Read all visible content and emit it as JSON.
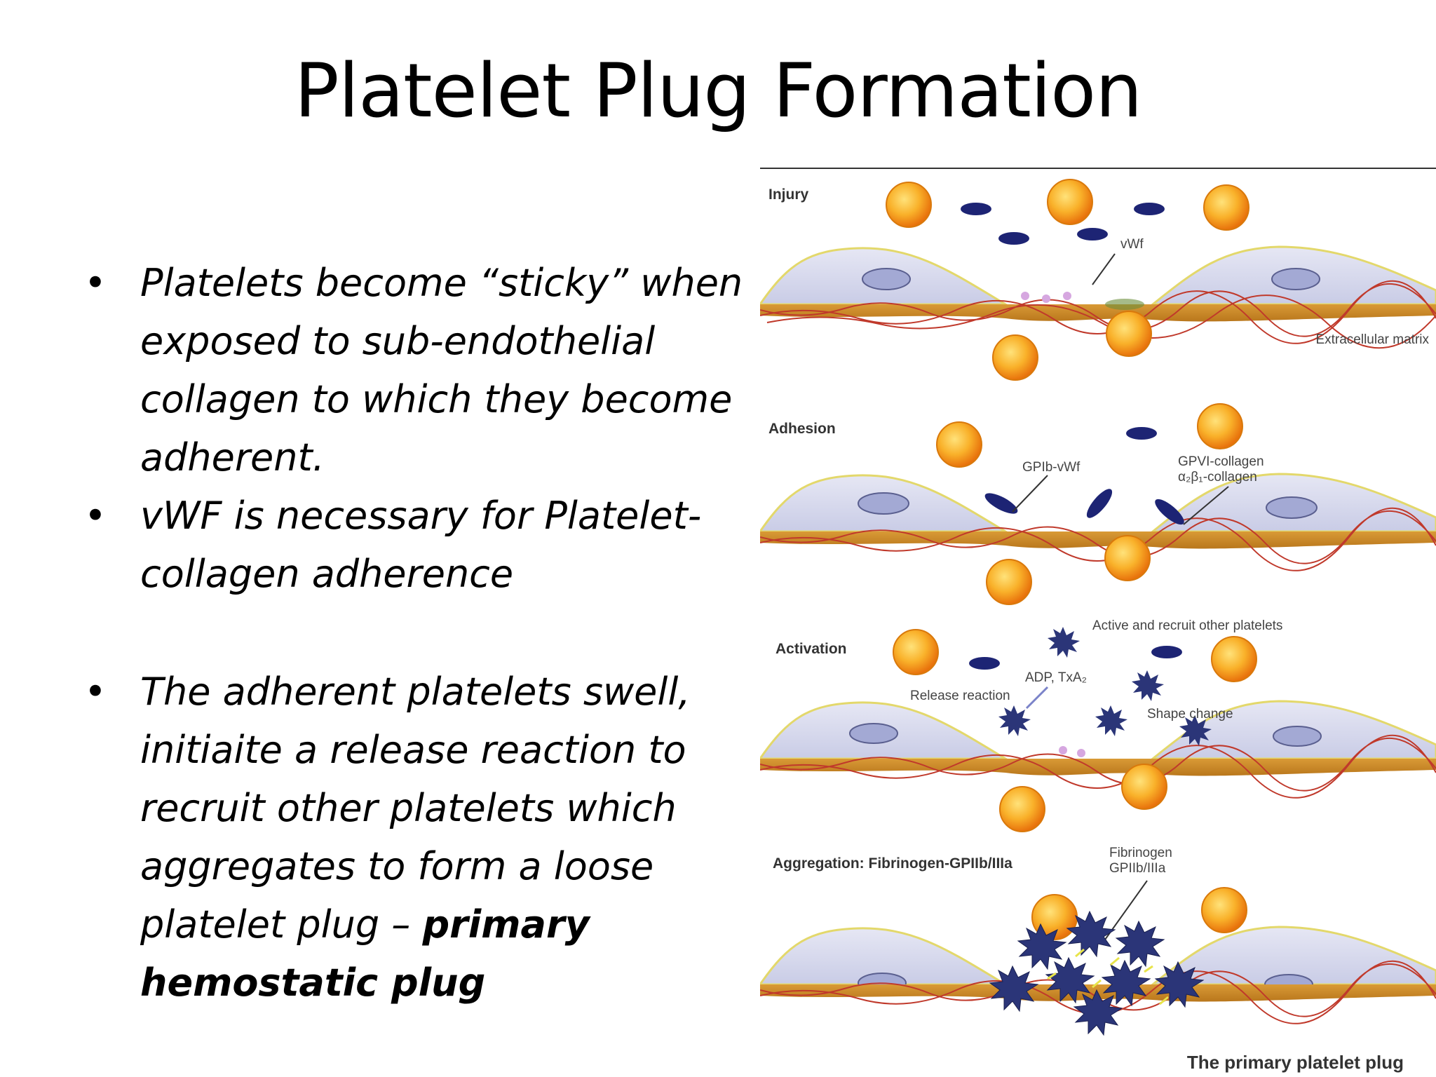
{
  "slide": {
    "title": "Platelet Plug Formation",
    "bullets": [
      "Platelets become “sticky” when exposed to sub-endothelial collagen to which they become adherent.",
      "vWF is necessary for Platelet-collagen adherence",
      "The adherent platelets swell, initiaite a release reaction to recruit other platelets which aggregates to form a loose platelet plug –",
      "primary hemostatic plug"
    ]
  },
  "diagram": {
    "stages": [
      "Injury",
      "Adhesion",
      "Activation",
      "Aggregation: Fibrinogen-GPIIb/IIIa"
    ],
    "labels": {
      "vwf": "vWf",
      "extracellular_matrix": "Extracellular matrix",
      "gpib_vwf": "GPIb-vWf",
      "gpvi_collagen": "GPVI-collagen",
      "a2b1_collagen": "α₂β₁-collagen",
      "active_recruit": "Active and recruit other platelets",
      "adp_txa2": "ADP, TxA₂",
      "release_reaction": "Release reaction",
      "shape_change": "Shape change",
      "fibrinogen": "Fibrinogen",
      "gpiib_iiia": "GPIIb/IIIa",
      "caption": "The primary platelet plug"
    },
    "colors": {
      "platelet": "#f7a21b",
      "platelet_light": "#ffd36a",
      "rbc": "#1d2474",
      "endothelium": "#d7d9ee",
      "nucleus": "#a3a9d4",
      "matrix": "#c98a2a",
      "fiber": "#c0392b",
      "activated_platelet": "#2b3578"
    }
  }
}
